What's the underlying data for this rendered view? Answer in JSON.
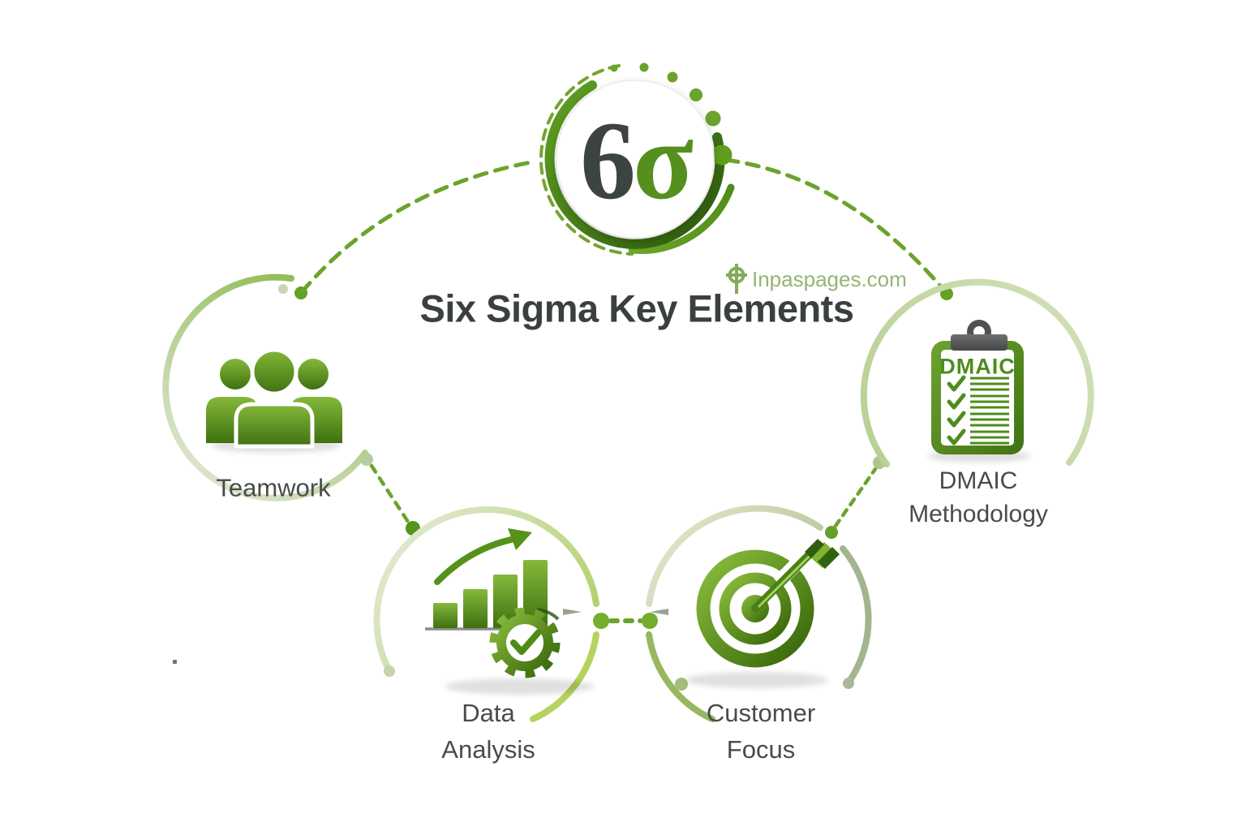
{
  "title": "Six Sigma Key Elements",
  "watermark": {
    "text": "Inpaspages.com",
    "icon": "circle-cross-logo-icon",
    "color": "#94b573"
  },
  "hub": {
    "six": "6",
    "sigma": "σ"
  },
  "nodes": {
    "teamwork": {
      "label": "Teamwork",
      "icon": "team-people-icon"
    },
    "data_analysis": {
      "line1": "Data",
      "line2": "Analysis",
      "icon": "bar-chart-gear-check-icon"
    },
    "customer_focus": {
      "line1": "Customer",
      "line2": "Focus",
      "icon": "target-dart-icon"
    },
    "dmaic": {
      "line1": "DMAIC",
      "line2": "Methodology",
      "clipboard_title": "DMAIC",
      "icon": "clipboard-checklist-icon"
    }
  },
  "colors": {
    "accent_green": "#5f9a1e",
    "bright_green": "#6ba32c",
    "dark_green": "#3e7010",
    "light_sage": "#b9cba4",
    "text_dark": "#3a403e",
    "label_gray": "#474c4a",
    "watermark_green": "#94b573",
    "clip_gray": "#58595b"
  }
}
